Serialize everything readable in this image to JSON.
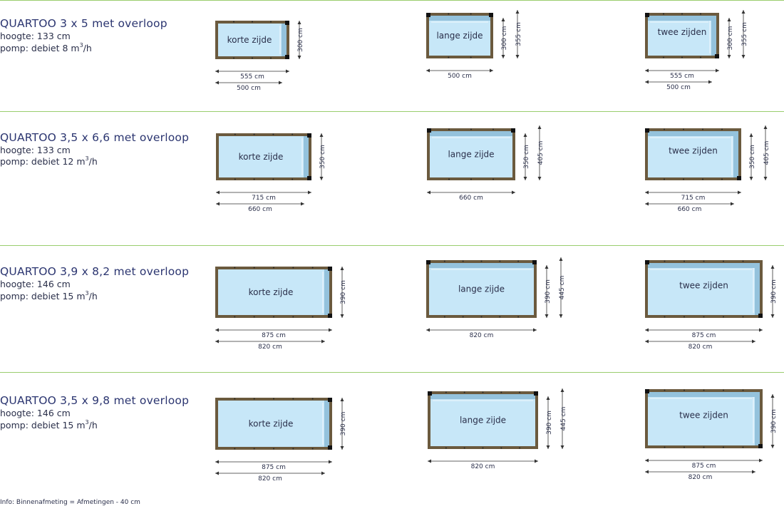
{
  "colors": {
    "frame": "#6b5a3e",
    "water": "#c7e7f8",
    "overflow": "#94c2dc",
    "corner": "#111111",
    "separator": "#9acd6e",
    "title": "#2b3570"
  },
  "rows": [
    {
      "title": "QUARTOO 3 x 5 met overloop",
      "height": "hoogte: 133 cm",
      "pump_prefix": "pomp: debiet 8 m",
      "pump_suffix": "/h",
      "variants": [
        {
          "type": "short",
          "label": "korte zijde",
          "dims": [
            "300 cm"
          ],
          "bottom": [
            "555 cm",
            "500 cm"
          ]
        },
        {
          "type": "long",
          "label": "lange zijde",
          "dims": [
            "300 cm",
            "355 cm"
          ],
          "bottom": [
            "500 cm"
          ]
        },
        {
          "type": "both",
          "label": "twee zijden",
          "dims": [
            "300 cm",
            "355 cm"
          ],
          "bottom": [
            "555 cm",
            "500 cm"
          ]
        }
      ]
    },
    {
      "title": "QUARTOO 3,5 x 6,6 met overloop",
      "height": "hoogte: 133 cm",
      "pump_prefix": "pomp: debiet 12 m",
      "pump_suffix": "/h",
      "variants": [
        {
          "type": "short",
          "label": "korte zijde",
          "dims": [
            "350 cm"
          ],
          "bottom": [
            "715 cm",
            "660 cm"
          ]
        },
        {
          "type": "long",
          "label": "lange zijde",
          "dims": [
            "350 cm",
            "405 cm"
          ],
          "bottom": [
            "660 cm"
          ]
        },
        {
          "type": "both",
          "label": "twee zijden",
          "dims": [
            "350 cm",
            "405 cm"
          ],
          "bottom": [
            "715 cm",
            "660 cm"
          ]
        }
      ]
    },
    {
      "title": "QUARTOO 3,9 x 8,2 met overloop",
      "height": "hoogte: 146 cm",
      "pump_prefix": "pomp: debiet 15 m",
      "pump_suffix": "/h",
      "variants": [
        {
          "type": "short",
          "label": "korte zijde",
          "dims": [
            "390 cm"
          ],
          "bottom": [
            "875 cm",
            "820 cm"
          ]
        },
        {
          "type": "long",
          "label": "lange zijde",
          "dims": [
            "390 cm",
            "445 cm"
          ],
          "bottom": [
            "820 cm"
          ]
        },
        {
          "type": "both",
          "label": "twee zijden",
          "dims": [
            "390 cm"
          ],
          "bottom": [
            "875 cm",
            "820 cm"
          ]
        }
      ]
    },
    {
      "title": "QUARTOO 3,5 x 9,8 met overloop",
      "height": "hoogte: 146 cm",
      "pump_prefix": "pomp: debiet 15 m",
      "pump_suffix": "/h",
      "variants": [
        {
          "type": "short",
          "label": "korte zijde",
          "dims": [
            "390 cm"
          ],
          "bottom": [
            "875 cm",
            "820 cm"
          ]
        },
        {
          "type": "long",
          "label": "lange zijde",
          "dims": [
            "390 cm",
            "445 cm"
          ],
          "bottom": [
            "820 cm"
          ]
        },
        {
          "type": "both",
          "label": "twee zijden",
          "dims": [
            "390 cm"
          ],
          "bottom": [
            "875 cm",
            "820 cm"
          ]
        }
      ]
    }
  ],
  "superscript": "3",
  "footer": "Info: Binnenafmeting = Afmetingen - 40 cm"
}
